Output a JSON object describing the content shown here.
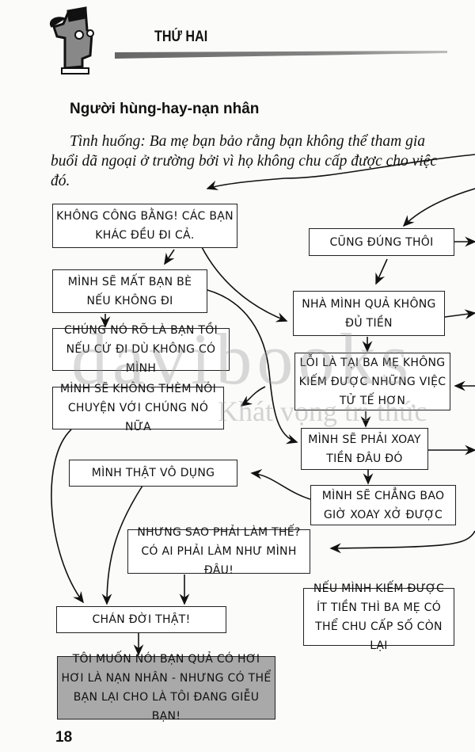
{
  "header": {
    "chapter": "THỨ HAI"
  },
  "title": "Người hùng-hay-nạn nhân",
  "scenario": "Tình huống: Ba mẹ bạn bảo rằng bạn không thể tham gia buổi dã ngoại ở trường bởi vì họ không chu cấp được cho việc đó.",
  "boxes": {
    "unfair": "KHÔNG CÔNG BẰNG! CÁC BẠN KHÁC ĐỀU ĐI CẢ.",
    "fair_enough": "CŨNG ĐÚNG THÔI",
    "lose_friends": "MÌNH SẼ MẤT BẠN BÈ NẾU KHÔNG ĐI",
    "not_enough_money": "NHÀ MÌNH QUẢ KHÔNG ĐỦ TIỀN",
    "bad_friends": "CHÚNG NÓ RÕ LÀ BẠN TỒI NẾU CỨ ĐI DÙ KHÔNG CÓ MÌNH",
    "parents_fault": "LỖI LÀ TẠI BA MẸ KHÔNG KIẾM ĐƯỢC NHỮNG VIỆC TỬ TẾ HƠN",
    "wont_talk": "MÌNH SẼ KHÔNG THÈM NÓI CHUYỆN VỚI CHÚNG NÓ NỮA",
    "find_money": "MÌNH SẼ PHẢI XOAY TIỀN ĐÂU ĐÓ",
    "useless": "MÌNH THẬT VÔ DỤNG",
    "never_manage": "MÌNH SẼ CHẲNG BAO GIỜ XOAY XỞ ĐƯỢC",
    "why_me": "NHƯNG SAO PHẢI LÀM THẾ? CÓ AI PHẢI LÀM NHƯ MÌNH ĐÂU!",
    "earn_some": "NẾU MÌNH KIẾM ĐƯỢC ÍT TIỀN THÌ BA MẸ CÓ THỂ CHU CẤP SỐ CÒN LẠI",
    "fed_up": "CHÁN ĐỜI THẬT!",
    "note": "TÔI MUỐN NÓI BẠN QUẢ CÓ HƠI HƠI LÀ NẠN NHÂN - NHƯNG CÓ THỂ BẠN LẠI CHO LÀ TÔI ĐANG GIỄU BẠN!"
  },
  "watermark": {
    "brand": "davibooks",
    "slogan": "Khát vọng tri thức"
  },
  "page_number": "18"
}
